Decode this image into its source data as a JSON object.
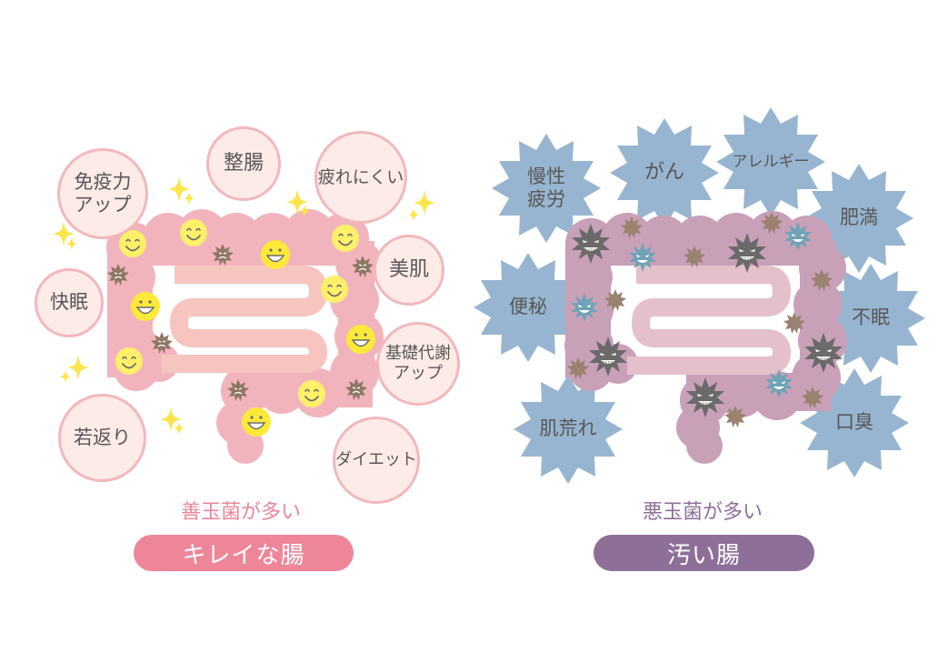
{
  "colors": {
    "good_gut": "#f2b4bc",
    "good_small_intestine": "#f6c5c0",
    "bad_gut": "#c8a0b8",
    "bad_small_intestine": "#e4c0cd",
    "bubble_fill": "#fcebe6",
    "bubble_border": "#f2b7bd",
    "burst_fill": "#97b5d0",
    "text_dark": "#595757",
    "good_subtitle": "#e8869a",
    "good_pill": "#ee8699",
    "bad_subtitle": "#8f6f9a",
    "bad_pill": "#8e6f98",
    "sparkle": "#fbe54a",
    "smiley": "#fff06a",
    "germ_brown": "#9b8270",
    "germ_dark": "#6b6a6b",
    "germ_teal": "#6fa3b5"
  },
  "good_panel": {
    "subtitle": "善玉菌が多い",
    "pill_label": "キレイな腸",
    "benefits": [
      {
        "text": "免疫力\nアップ"
      },
      {
        "text": "整腸"
      },
      {
        "text": "疲れにくい"
      },
      {
        "text": "美肌"
      },
      {
        "text": "快眠"
      },
      {
        "text": "基礎代謝\nアップ"
      },
      {
        "text": "若返り"
      },
      {
        "text": "ダイエット"
      }
    ]
  },
  "bad_panel": {
    "subtitle": "悪玉菌が多い",
    "pill_label": "汚い腸",
    "problems": [
      {
        "text": "慢性\n疲労"
      },
      {
        "text": "がん"
      },
      {
        "text": "アレルギー"
      },
      {
        "text": "肥満"
      },
      {
        "text": "便秘"
      },
      {
        "text": "不眠"
      },
      {
        "text": "肌荒れ"
      },
      {
        "text": "口臭"
      }
    ]
  }
}
